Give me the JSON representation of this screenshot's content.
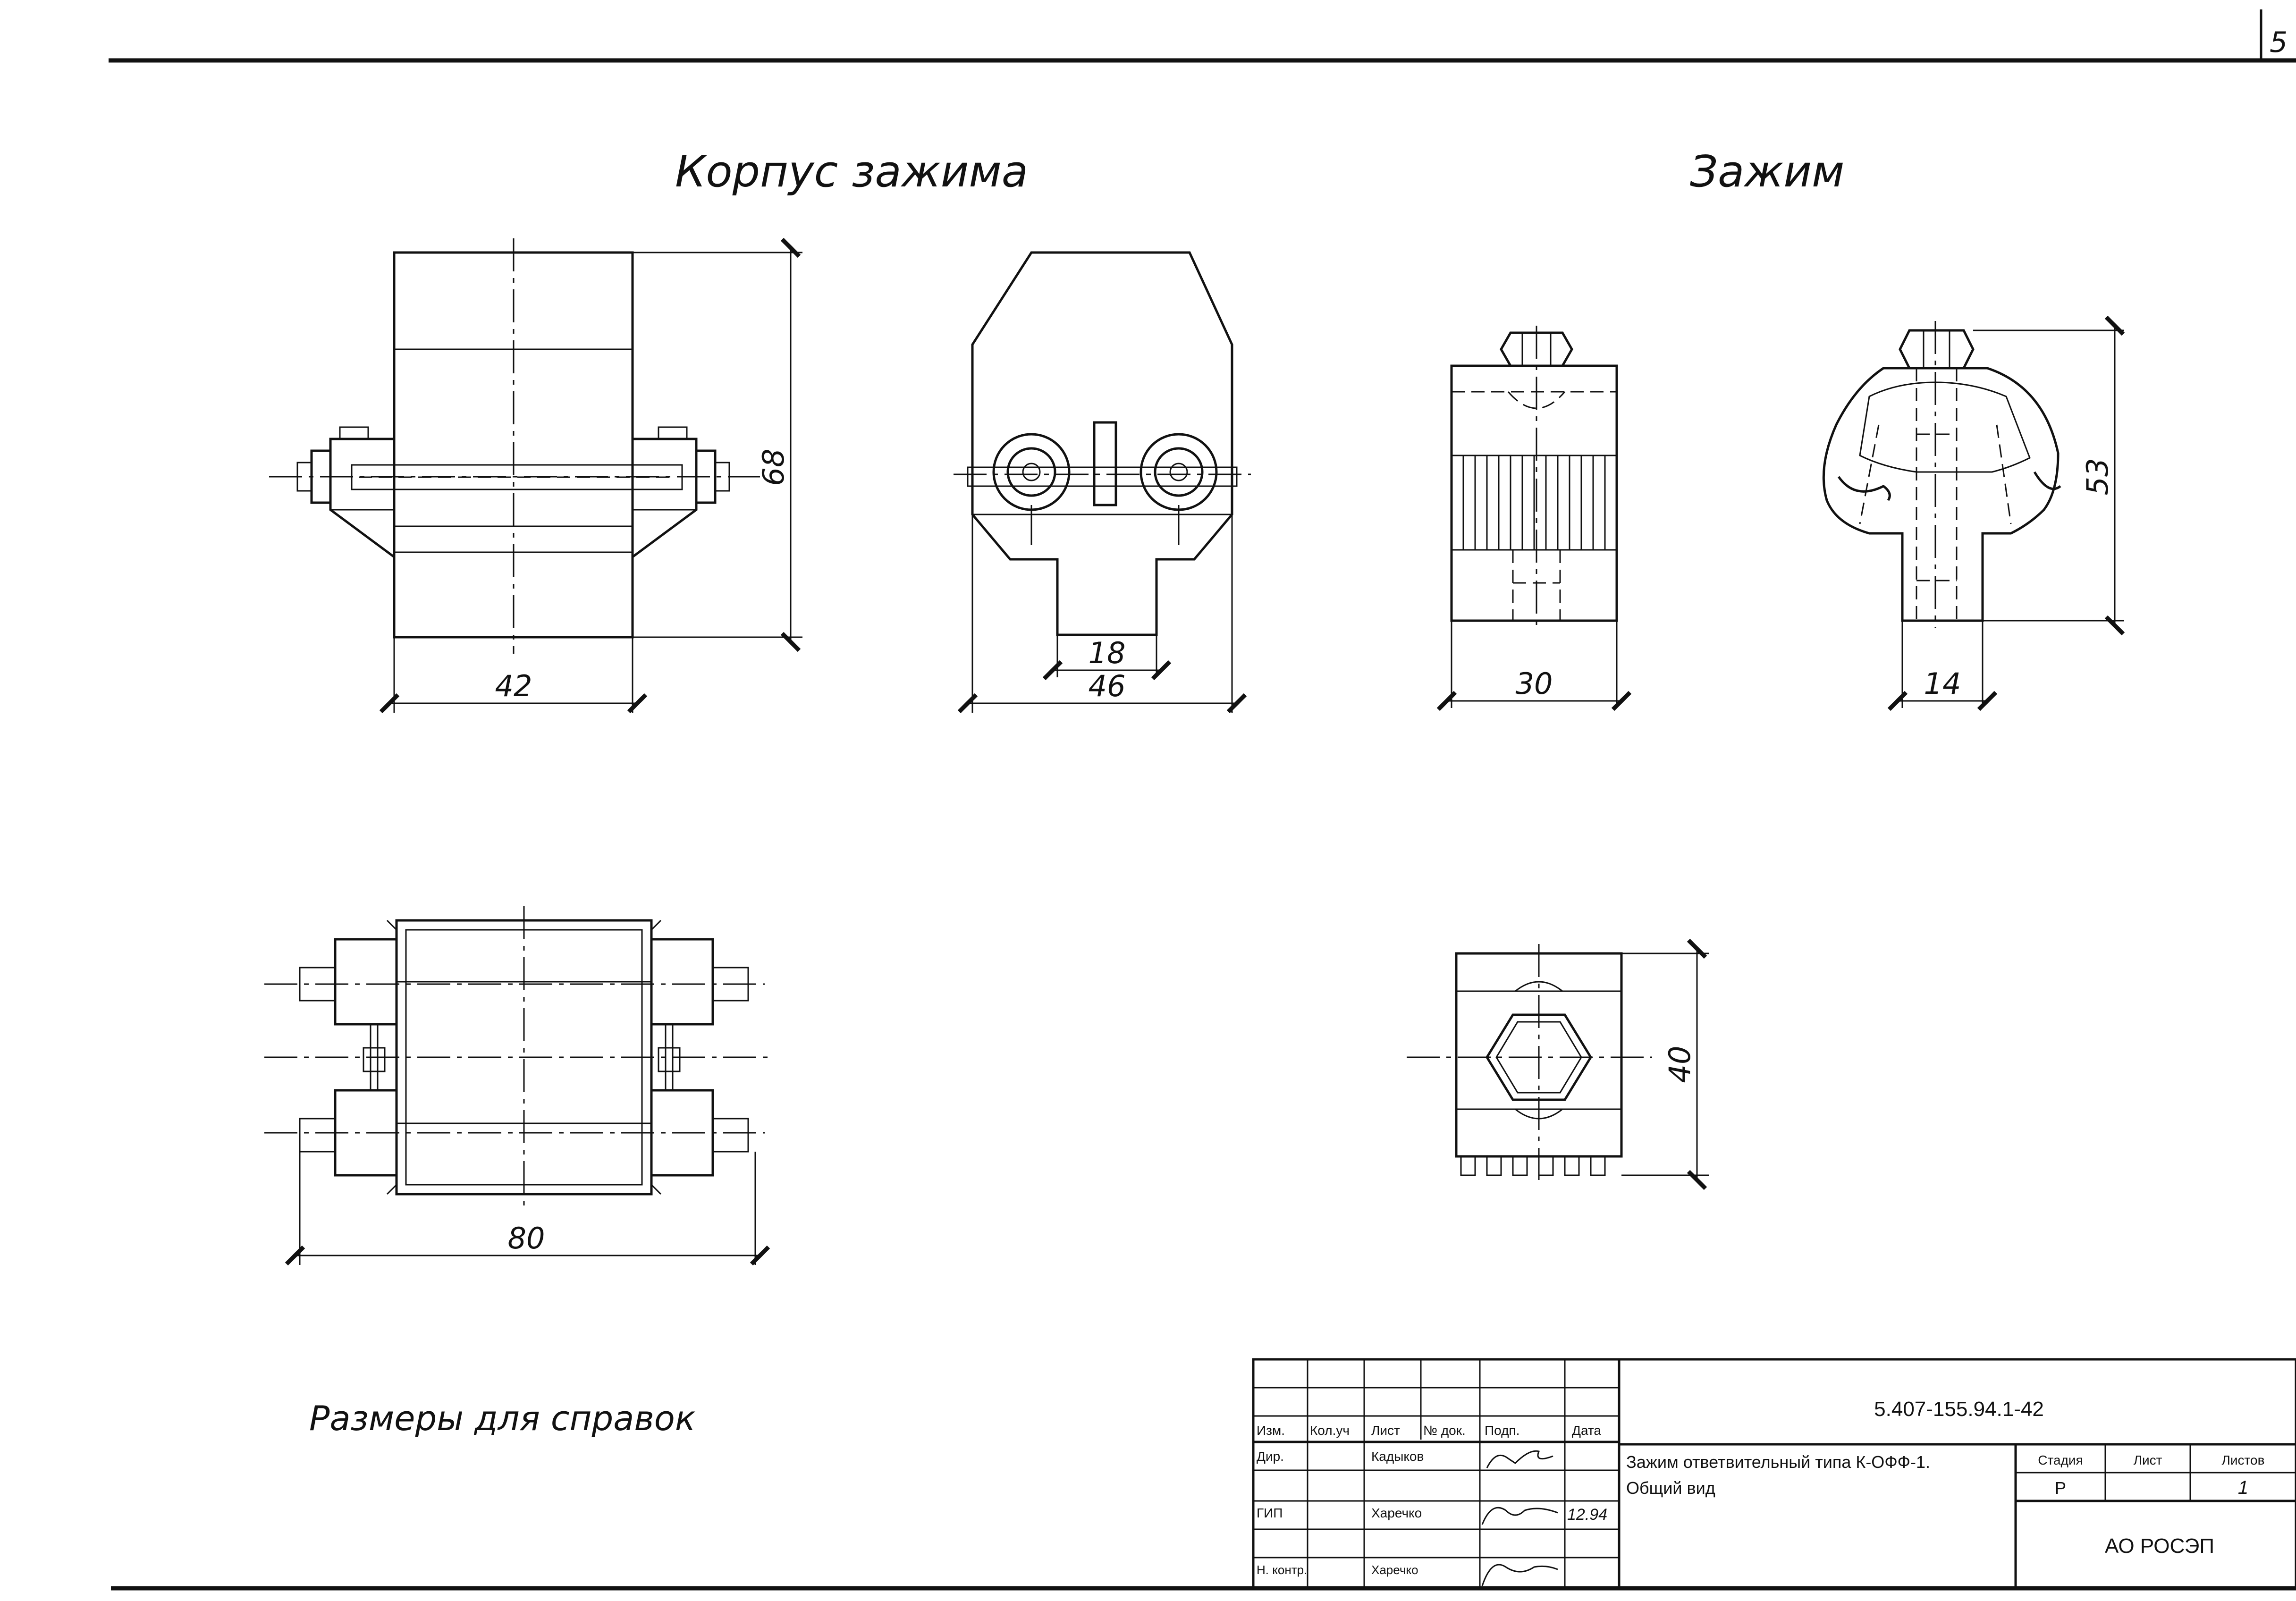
{
  "sheet": {
    "page_number": "5",
    "ink_color": "#111111",
    "paper_color": "#ffffff"
  },
  "titles": {
    "housing": "Корпус зажима",
    "clamp": "Зажим"
  },
  "dimensions": {
    "housing_front_width": "42",
    "housing_front_height": "68",
    "housing_side_inner": "18",
    "housing_side_width": "46",
    "clamp_front_width": "30",
    "clamp_side_width": "14",
    "clamp_side_height": "53",
    "housing_plan_length": "80",
    "clamp_plan_height": "40"
  },
  "note": "Размеры для справок",
  "title_block": {
    "doc_code": "5.407-155.94.1-42",
    "description_line1": "Зажим ответвительный типа К-ОФФ-1.",
    "description_line2": "Общий вид",
    "headers": {
      "izm": "Изм.",
      "kol_uch": "Кол.уч",
      "list": "Лист",
      "n_dok": "№ док.",
      "podp": "Подп.",
      "data": "Дата"
    },
    "roles": [
      {
        "role": "Дир.",
        "name": "Кадыков",
        "date": ""
      },
      {
        "role": "ГИП",
        "name": "Харечко",
        "date": "12.94"
      },
      {
        "role": "Н. контр.",
        "name": "Харечко",
        "date": ""
      }
    ],
    "stage": {
      "stage_label": "Стадия",
      "sheet_label": "Лист",
      "sheets_label": "Листов",
      "stage_value": "Р",
      "sheet_value": "",
      "sheets_value": "1"
    },
    "organization": "АО РОСЭП"
  }
}
